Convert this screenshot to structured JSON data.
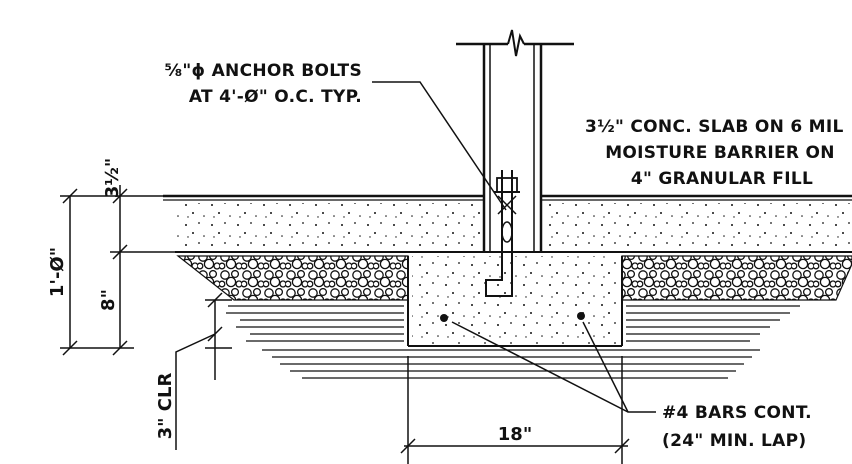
{
  "labels": {
    "anchor_line1": "⅝\"ϕ ANCHOR BOLTS",
    "anchor_line2": "AT 4'-Ø\" O.C. TYP.",
    "slab_line1": "3½\" CONC. SLAB ON 6 MIL",
    "slab_line2": "MOISTURE BARRIER ON",
    "slab_line3": "4\" GRANULAR FILL",
    "bars_line1": "#4 BARS CONT.",
    "bars_line2": "(24\" MIN. LAP)"
  },
  "dimensions": {
    "slab_thickness": "3½\"",
    "total_depth": "1'-Ø\"",
    "footing_depth": "8\"",
    "clearance": "3\" CLR",
    "footing_width": "18\""
  },
  "colors": {
    "ink": "#111111",
    "background": "#ffffff"
  }
}
